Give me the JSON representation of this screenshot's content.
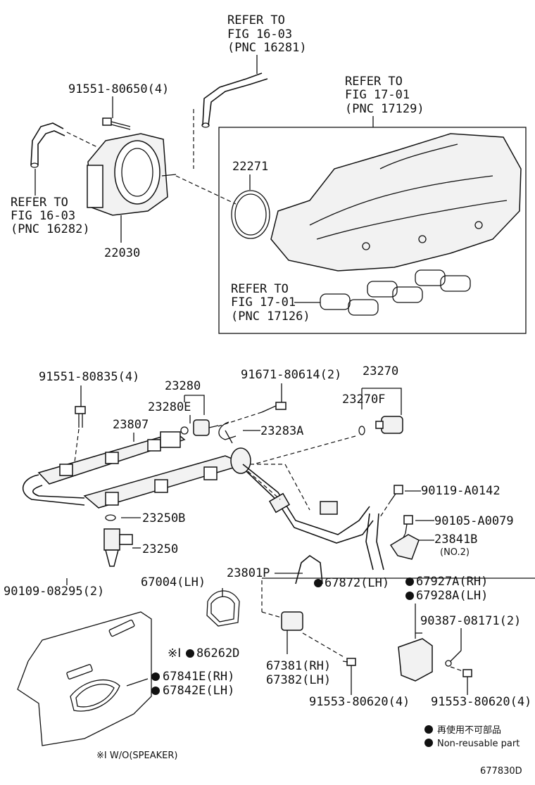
{
  "callouts": {
    "ref_1603_a": [
      "REFER TO",
      "FIG 16-03",
      "(PNC 16281)"
    ],
    "ref_1701_a": [
      "REFER TO",
      "FIG 17-01",
      "(PNC 17129)"
    ],
    "ref_1603_b": [
      "REFER TO",
      "FIG 16-03",
      "(PNC 16282)"
    ],
    "ref_1701_b": [
      "REFER TO",
      "FIG 17-01",
      "(PNC 17126)"
    ],
    "p_91551_80650": "91551-80650(4)",
    "p_22271": "22271",
    "p_22030": "22030",
    "p_91551_80835": "91551-80835(4)",
    "p_23280": "23280",
    "p_23280e": "23280E",
    "p_23807": "23807",
    "p_91671_80614": "91671-80614(2)",
    "p_23270": "23270",
    "p_23270f": "23270F",
    "p_23283a": "23283A",
    "p_90119_a0142": "90119-A0142",
    "p_90105_a0079": "90105-A0079",
    "p_23841b": "23841B",
    "p_23841b_note": "(NO.2)",
    "p_23250b": "23250B",
    "p_23250": "23250",
    "p_23801p": "23801P",
    "p_90109_08295": "90109-08295(2)",
    "p_67004": "67004(LH)",
    "p_67872": "67872(LH)",
    "p_67927a": "67927A(RH)",
    "p_67928a": "67928A(LH)",
    "p_90387_08171": "90387-08171(2)",
    "p_86262d": "86262D",
    "p_86262d_prefix": "※Ⅰ",
    "p_67841e": "67841E(RH)",
    "p_67842e": "67842E(LH)",
    "p_67381": "67381(RH)",
    "p_67382": "67382(LH)",
    "p_91553_80620_a": "91553-80620(4)",
    "p_91553_80620_b": "91553-80620(4)"
  },
  "legend": {
    "non_reusable_jp": "再使用不可部品",
    "non_reusable_en": "Non-reusable part"
  },
  "footnote": "※Ⅰ W/O(SPEAKER)",
  "figure_id": "677830D"
}
